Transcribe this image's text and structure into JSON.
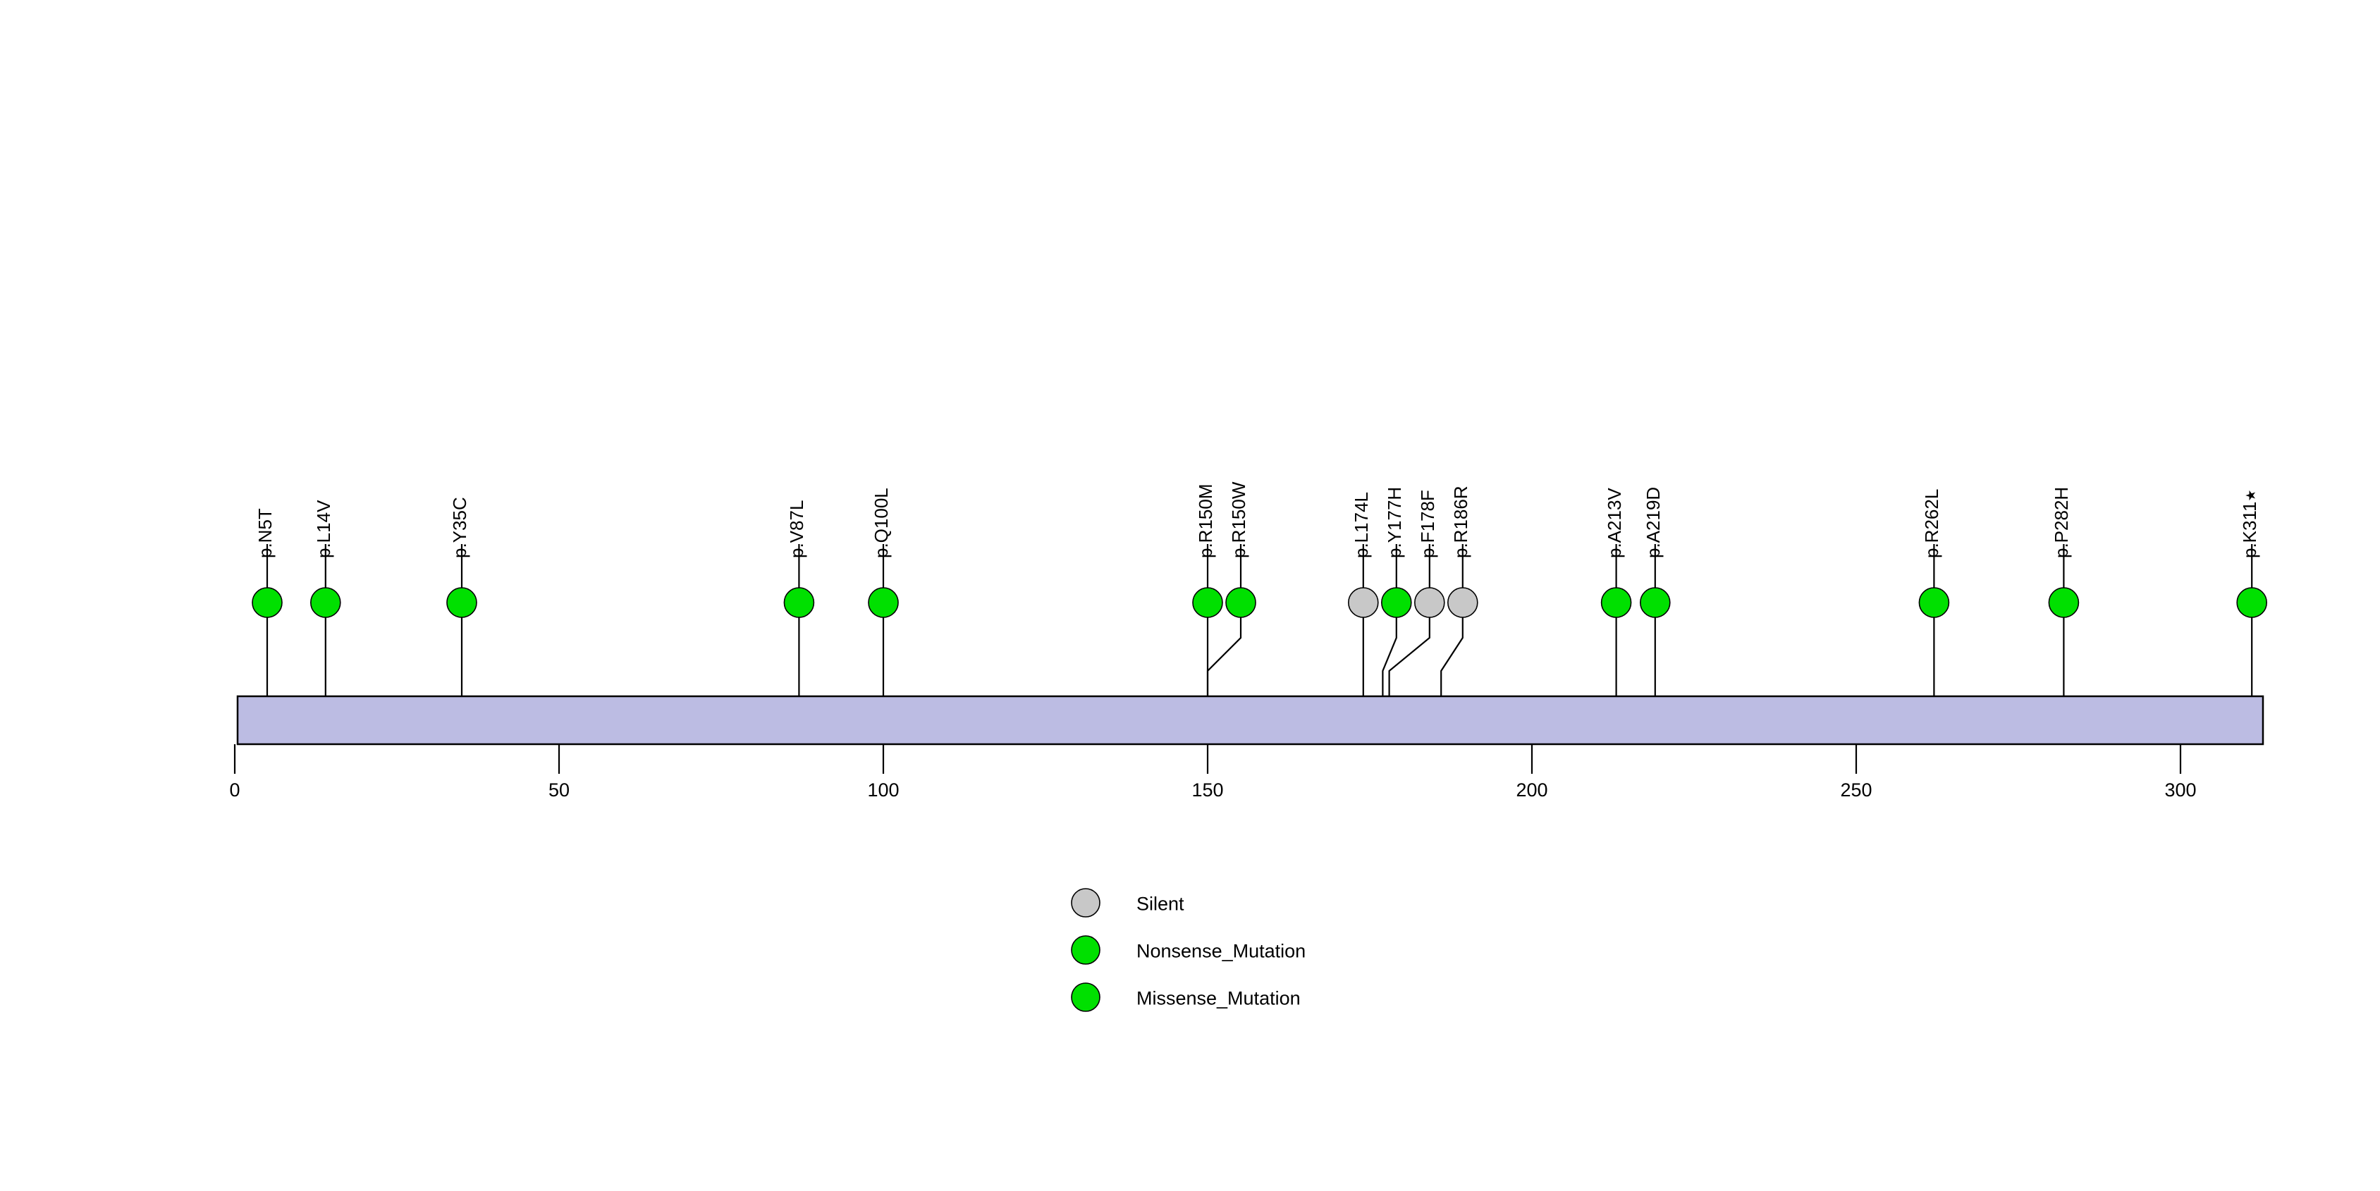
{
  "chart_data": {
    "type": "lollipop",
    "title": "",
    "xlabel": "",
    "ylabel": "",
    "xlim": [
      0,
      313
    ],
    "axis_ticks": [
      0,
      50,
      100,
      150,
      200,
      250,
      300
    ],
    "protein_length": 313,
    "domain_bar": {
      "start": 0,
      "end": 313,
      "color": "#bcbce3",
      "border": "#000000"
    },
    "grid": false,
    "legend_position": "bottom-center",
    "colors": {
      "silent": "#c8c8c8",
      "nonsense": "#00e000",
      "missense": "#00e000",
      "stem": "#000000",
      "bar_fill": "#bcbce3",
      "bar_border": "#000000",
      "text": "#000000"
    },
    "mutations": [
      {
        "label": "p.N5T",
        "position": 5,
        "type": "Missense_Mutation",
        "color": "#00e000"
      },
      {
        "label": "p.L14V",
        "position": 14,
        "type": "Missense_Mutation",
        "color": "#00e000"
      },
      {
        "label": "p.Y35C",
        "position": 35,
        "type": "Missense_Mutation",
        "color": "#00e000"
      },
      {
        "label": "p.V87L",
        "position": 87,
        "type": "Missense_Mutation",
        "color": "#00e000"
      },
      {
        "label": "p.Q100L",
        "position": 100,
        "type": "Missense_Mutation",
        "color": "#00e000"
      },
      {
        "label": "p.R150M",
        "position": 150,
        "type": "Missense_Mutation",
        "color": "#00e000"
      },
      {
        "label": "p.R150W",
        "position": 150,
        "type": "Missense_Mutation",
        "color": "#00e000"
      },
      {
        "label": "p.L174L",
        "position": 174,
        "type": "Silent",
        "color": "#c8c8c8"
      },
      {
        "label": "p.Y177H",
        "position": 177,
        "type": "Missense_Mutation",
        "color": "#00e000"
      },
      {
        "label": "p.F178F",
        "position": 178,
        "type": "Silent",
        "color": "#c8c8c8"
      },
      {
        "label": "p.R186R",
        "position": 186,
        "type": "Silent",
        "color": "#c8c8c8"
      },
      {
        "label": "p.A213V",
        "position": 213,
        "type": "Missense_Mutation",
        "color": "#00e000"
      },
      {
        "label": "p.A219D",
        "position": 219,
        "type": "Missense_Mutation",
        "color": "#00e000"
      },
      {
        "label": "p.R262L",
        "position": 262,
        "type": "Missense_Mutation",
        "color": "#00e000"
      },
      {
        "label": "p.P282H",
        "position": 282,
        "type": "Missense_Mutation",
        "color": "#00e000"
      },
      {
        "label": "p.K311*",
        "position": 311,
        "type": "Nonsense_Mutation",
        "color": "#00e000"
      }
    ],
    "legend": [
      {
        "label": "Silent",
        "color": "#c8c8c8"
      },
      {
        "label": "Nonsense_Mutation",
        "color": "#00e000"
      },
      {
        "label": "Missense_Mutation",
        "color": "#00e000"
      }
    ]
  }
}
